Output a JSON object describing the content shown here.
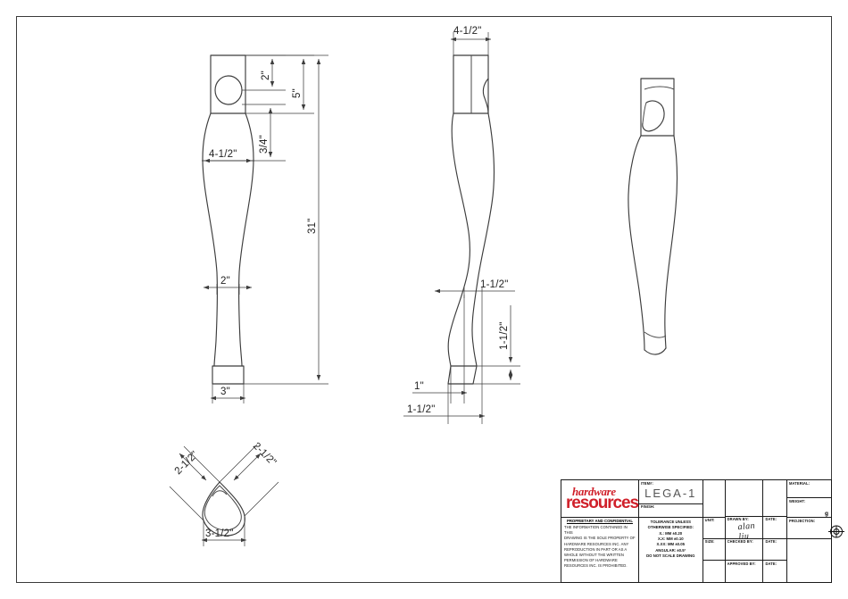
{
  "drawing": {
    "type": "mechanical-part-drawing",
    "part_number": "LEGA-1",
    "views": [
      {
        "name": "front-view",
        "label": ""
      },
      {
        "name": "side-view",
        "label": ""
      },
      {
        "name": "isometric-view",
        "label": ""
      },
      {
        "name": "section-view",
        "label": ""
      }
    ],
    "dimensions": {
      "front": {
        "hole_offset_top": "2\"",
        "block_height": "5\"",
        "hole_diameter_pos": "3/4\"",
        "top_width": "4-1/2\"",
        "overall_height": "31\"",
        "neck_width": "2\"",
        "base_width": "3\""
      },
      "side": {
        "top_width": "4-1/2\"",
        "neck_width": "1-1/2\"",
        "foot_height": "1-1/2\"",
        "foot_offset": "1\"",
        "foot_width": "1-1/2\""
      },
      "section": {
        "diag_left": "2-1/2\"",
        "diag_right": "2-1/2\"",
        "width": "3-1/2\""
      }
    }
  },
  "title_block": {
    "logo": {
      "line1": "hardware",
      "line2": "resources",
      "color": "#d0202a"
    },
    "proprietary": {
      "heading": "PROPRIETARY AND CONFIDENTIAL",
      "lines": [
        "THE INFORMATION CONTAINED IN THIS",
        "DRAWING IS THE SOLE PROPERTY OF",
        "HARDWARE RESOURCES INC.  ANY",
        "REPRODUCTION IN PART OR AS A",
        "WHOLE  WITHOUT THE WRITTEN",
        "PERMISSION OF HARDWARE",
        "RESOURCES INC. IS PROHIBITED."
      ]
    },
    "item": {
      "label": "ITEM#:",
      "value": "LEGA-1"
    },
    "finish": {
      "label": "FINISH:",
      "value": ""
    },
    "tolerance": {
      "lines": [
        "TOLERANCE UNLESS",
        "OTHERWISE SPECIFIED:",
        "X.:  MM      ±0.20",
        "X.X:  MM      ±0.10",
        "X.XX:  MM    ±0.05",
        "ANGULAR:    ±0.5°",
        "DO NOT SCALE DRAWING"
      ]
    },
    "unit": {
      "label": "UNIT:",
      "value": ""
    },
    "size": {
      "label": "SIZE:",
      "value": ""
    },
    "drawn_by": {
      "label": "DRAWN BY:",
      "value": "alan liu"
    },
    "checked_by": {
      "label": "CHECKED BY:",
      "value": ""
    },
    "approved_by": {
      "label": "APPROVED BY:",
      "value": ""
    },
    "date1": {
      "label": "DATE:",
      "value": ""
    },
    "date2": {
      "label": "DATE:",
      "value": ""
    },
    "date3": {
      "label": "DATE:",
      "value": ""
    },
    "material": {
      "label": "MATERIAL:",
      "value": ""
    },
    "weight": {
      "label": "WEIGHT:",
      "value": "",
      "unit": "g"
    },
    "projection": {
      "label": "PROJECTION:",
      "value": "first-angle"
    }
  }
}
